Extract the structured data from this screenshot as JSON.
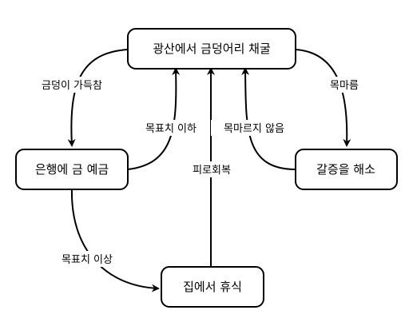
{
  "nodes": {
    "mine": "광산에서 금덩어리 채굴",
    "bank": "은행에 금 예금",
    "thirst": "갈증을 해소",
    "home": "집에서 휴식"
  },
  "edges": {
    "pockets_full": "금덩이 가득참",
    "below_goal": "목표치 이하",
    "thirsty": "목마름",
    "not_thirsty": "목마르지 않음",
    "rested": "피로회복",
    "goal_reached": "목표치 이상"
  }
}
